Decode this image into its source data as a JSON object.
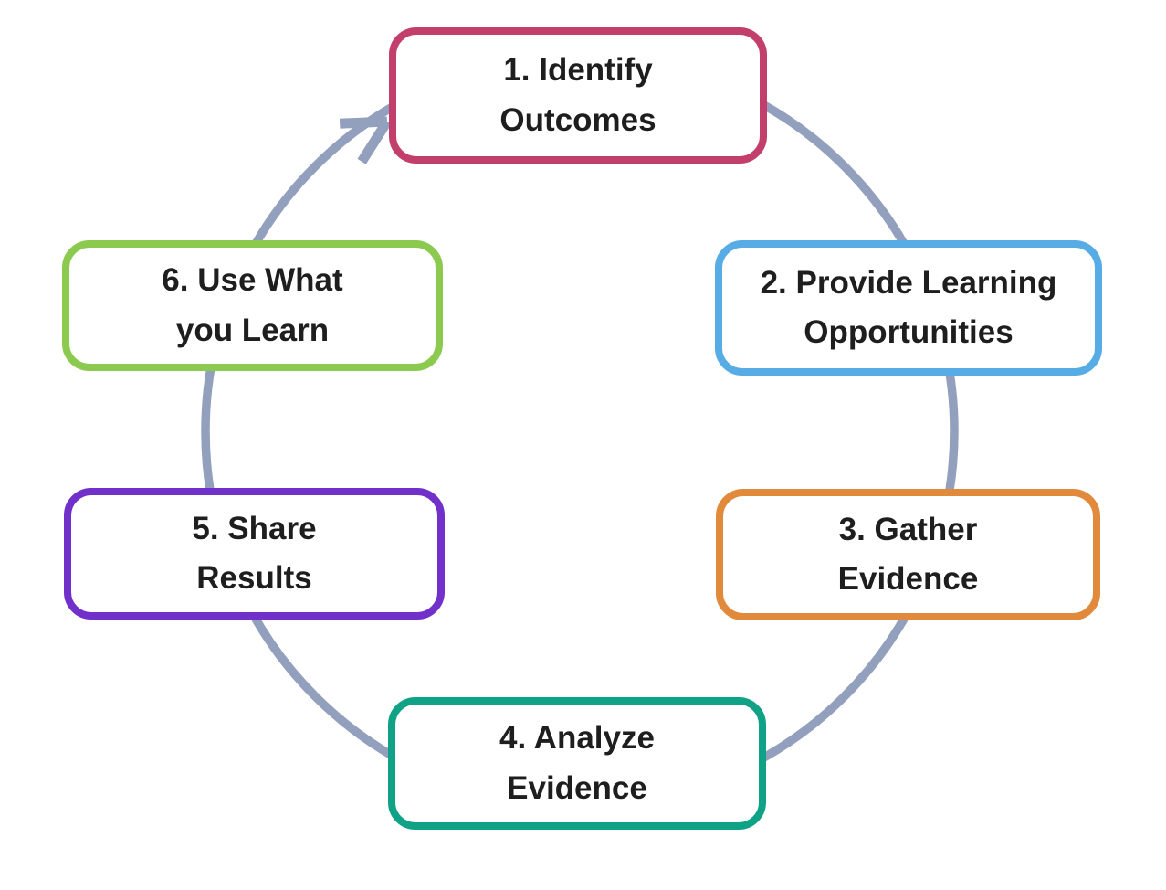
{
  "cycle": {
    "background_color": "#FFFFFF",
    "connector_color": "#92A0BE",
    "text_color": "#1E1E1E",
    "box_fill_color": "#FFFFFF",
    "flow_direction": "clockwise",
    "steps": [
      {
        "number": "1",
        "line1": "1. Identify",
        "line2": "Outcomes",
        "border_color": "#C33F6B"
      },
      {
        "number": "2",
        "line1": "2. Provide Learning",
        "line2": "Opportunities",
        "border_color": "#57ACE5"
      },
      {
        "number": "3",
        "line1": "3. Gather",
        "line2": "Evidence",
        "border_color": "#E18A3B"
      },
      {
        "number": "4",
        "line1": "4. Analyze",
        "line2": "Evidence",
        "border_color": "#0FA287"
      },
      {
        "number": "5",
        "line1": "5. Share",
        "line2": "Results",
        "border_color": "#7030C9"
      },
      {
        "number": "6",
        "line1": "6. Use What",
        "line2": "you Learn",
        "border_color": "#8CC94F"
      }
    ]
  }
}
